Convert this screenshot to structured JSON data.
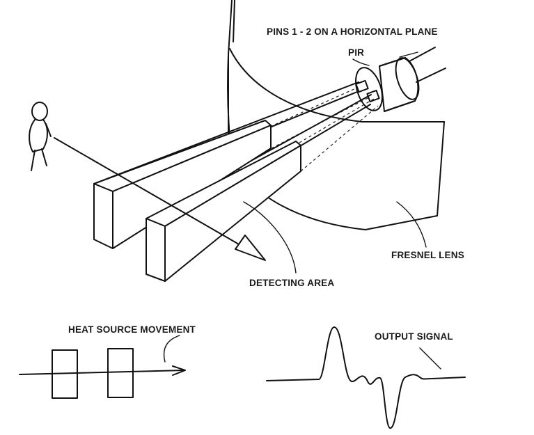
{
  "labels": {
    "pins": "PINS 1 - 2 ON A HORIZONTAL PLANE",
    "pir": "PIR",
    "fresnel_lens": "FRESNEL LENS",
    "detecting_area": "DETECTING AREA",
    "heat_source_movement": "HEAT SOURCE MOVEMENT",
    "output_signal": "OUTPUT SIGNAL"
  },
  "colors": {
    "ink": "#111111",
    "background": "#ffffff"
  }
}
